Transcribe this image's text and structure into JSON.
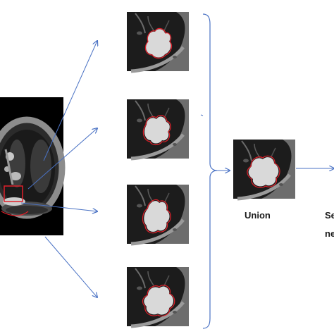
{
  "labels": {
    "union": "Union",
    "cut_label_line1": "Se",
    "cut_label_line2": "ne"
  },
  "colors": {
    "arrow": "#4a72c4",
    "brace": "#4a72c4",
    "contour": "#e0202a",
    "ct_background": "#000000"
  },
  "panels": [
    {
      "name": "segmentation-1"
    },
    {
      "name": "segmentation-2"
    },
    {
      "name": "segmentation-3"
    },
    {
      "name": "segmentation-4"
    }
  ]
}
